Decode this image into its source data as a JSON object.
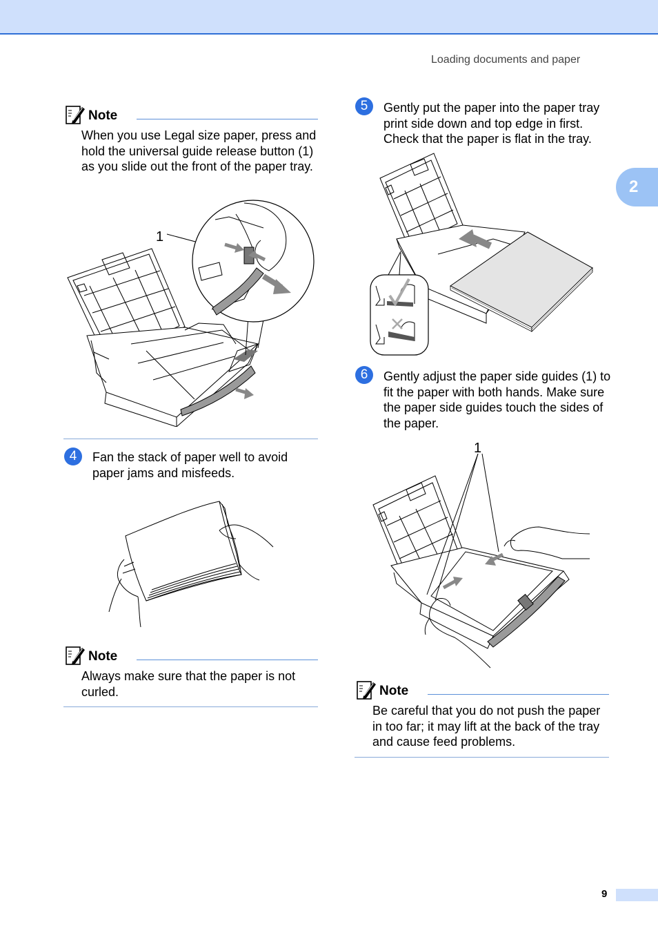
{
  "header": {
    "running_head": "Loading documents and paper",
    "chapter_tab": "2"
  },
  "footer": {
    "page_number": "9"
  },
  "note1": {
    "label": "Note",
    "text": "When you use Legal size paper, press and hold the universal guide release button (1) as you slide out the front of the paper tray."
  },
  "figure1": {
    "callout": "1"
  },
  "step4": {
    "number": "4",
    "text": "Fan the stack of paper well to avoid paper jams and misfeeds."
  },
  "note2": {
    "label": "Note",
    "text": "Always make sure that the paper is not curled."
  },
  "step5": {
    "number": "5",
    "text": "Gently put the paper into the paper tray print side down and top edge in first. Check that the paper is flat in the tray."
  },
  "step6": {
    "number": "6",
    "text": "Gently adjust the paper side guides (1) to fit the paper with both hands. Make sure the paper side guides touch the sides of the paper."
  },
  "figure4": {
    "callout": "1"
  },
  "note3": {
    "label": "Note",
    "text": "Be careful that you do not push the paper in too far; it may lift at the back of the tray and cause feed problems."
  }
}
